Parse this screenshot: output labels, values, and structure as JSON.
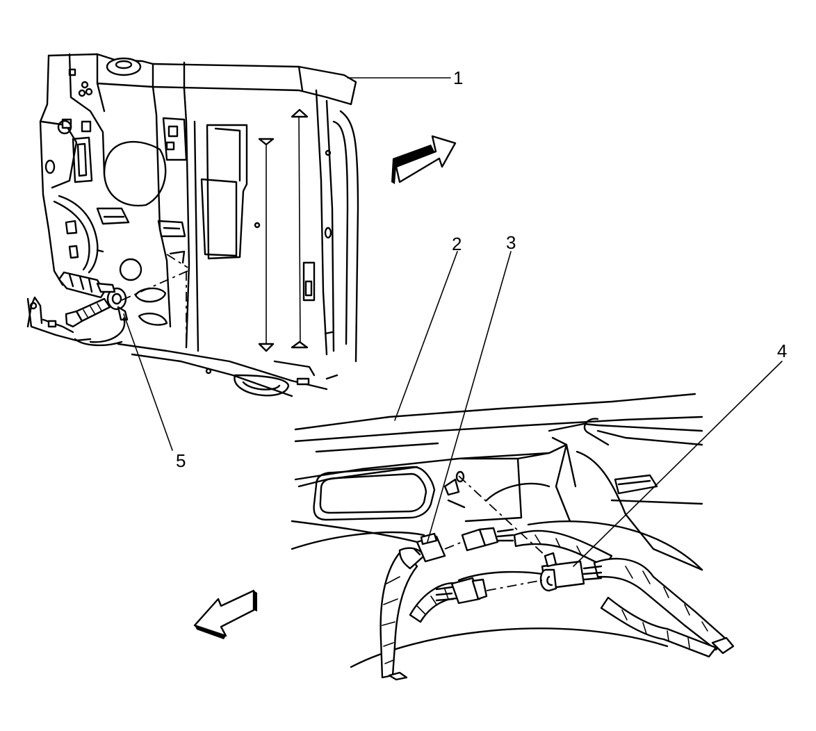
{
  "callouts": [
    {
      "id": "1",
      "label": "1"
    },
    {
      "id": "2",
      "label": "2"
    },
    {
      "id": "3",
      "label": "3"
    },
    {
      "id": "4",
      "label": "4"
    },
    {
      "id": "5",
      "label": "5"
    }
  ],
  "icons": {
    "arrow_upper": "direction-arrow-icon",
    "arrow_lower": "direction-arrow-icon"
  }
}
